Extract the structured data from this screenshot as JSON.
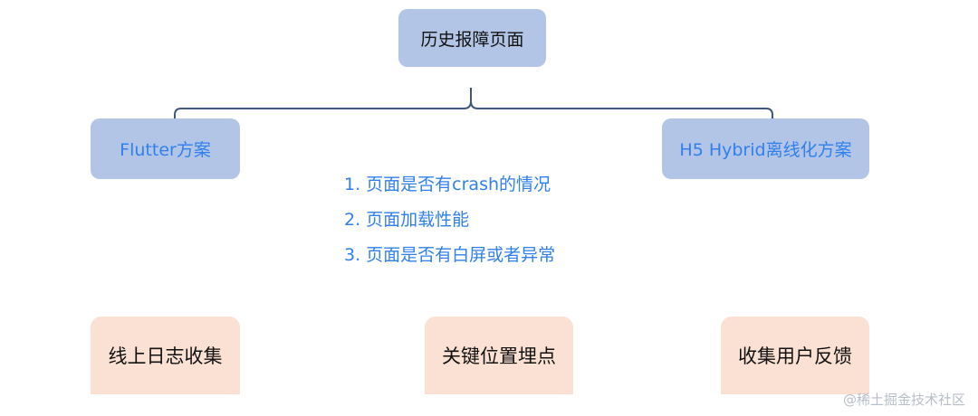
{
  "diagram": {
    "root": {
      "label": "历史报障页面"
    },
    "branches": [
      {
        "label": "Flutter方案"
      },
      {
        "label": "H5 Hybrid离线化方案"
      }
    ],
    "metrics": [
      "1. 页面是否有crash的情况",
      "2. 页面加载性能",
      "3. 页面是否有白屏或者异常"
    ],
    "methods": [
      {
        "label": "线上日志收集"
      },
      {
        "label": "关键位置埋点"
      },
      {
        "label": "收集用户反馈"
      }
    ],
    "colors": {
      "topic_box": "#b3c5e6",
      "method_box": "#fbe1d4",
      "accent_text": "#2f80ed",
      "connector": "#41567c"
    }
  },
  "watermark": "@稀土掘金技术社区"
}
